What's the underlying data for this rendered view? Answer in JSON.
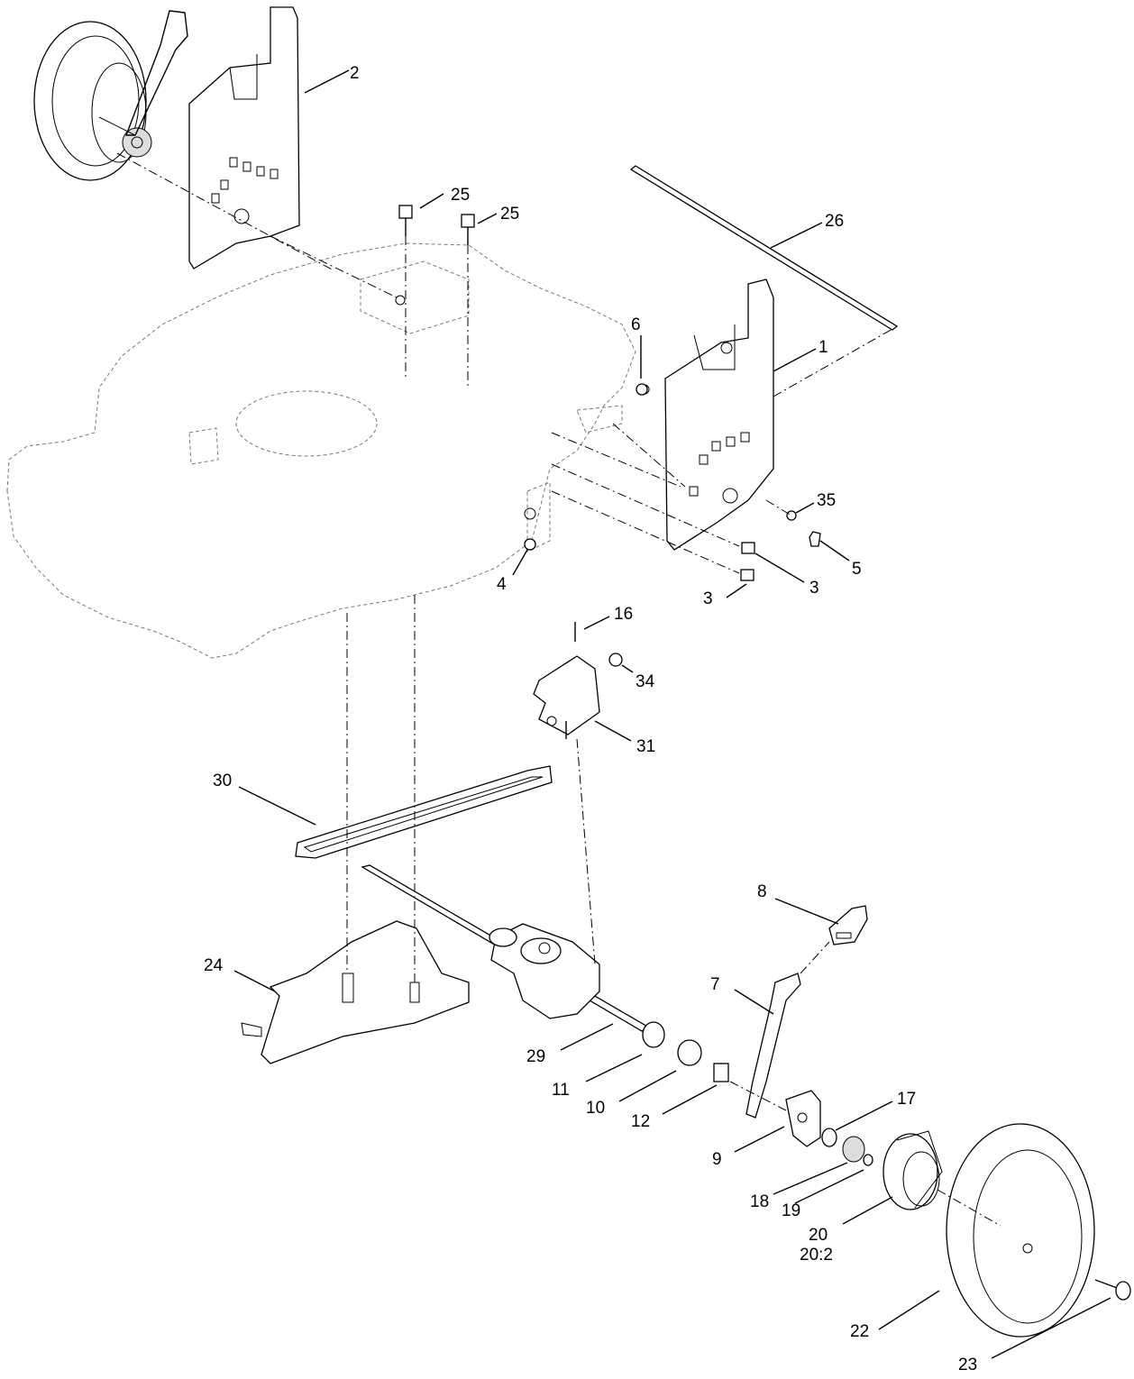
{
  "diagram": {
    "callouts": [
      {
        "id": "c-2",
        "text": "2"
      },
      {
        "id": "c-25a",
        "text": "25"
      },
      {
        "id": "c-25b",
        "text": "25"
      },
      {
        "id": "c-26",
        "text": "26"
      },
      {
        "id": "c-6",
        "text": "6"
      },
      {
        "id": "c-1",
        "text": "1"
      },
      {
        "id": "c-35",
        "text": "35"
      },
      {
        "id": "c-5",
        "text": "5"
      },
      {
        "id": "c-4",
        "text": "4"
      },
      {
        "id": "c-3a",
        "text": "3"
      },
      {
        "id": "c-3b",
        "text": "3"
      },
      {
        "id": "c-16",
        "text": "16"
      },
      {
        "id": "c-34",
        "text": "34"
      },
      {
        "id": "c-31",
        "text": "31"
      },
      {
        "id": "c-30",
        "text": "30"
      },
      {
        "id": "c-8",
        "text": "8"
      },
      {
        "id": "c-24",
        "text": "24"
      },
      {
        "id": "c-7",
        "text": "7"
      },
      {
        "id": "c-29",
        "text": "29"
      },
      {
        "id": "c-11",
        "text": "11"
      },
      {
        "id": "c-10",
        "text": "10"
      },
      {
        "id": "c-12",
        "text": "12"
      },
      {
        "id": "c-17",
        "text": "17"
      },
      {
        "id": "c-9",
        "text": "9"
      },
      {
        "id": "c-18",
        "text": "18"
      },
      {
        "id": "c-19",
        "text": "19"
      },
      {
        "id": "c-20",
        "text": "20"
      },
      {
        "id": "c-20-2",
        "text": "20:2"
      },
      {
        "id": "c-22",
        "text": "22"
      },
      {
        "id": "c-23",
        "text": "23"
      }
    ]
  }
}
